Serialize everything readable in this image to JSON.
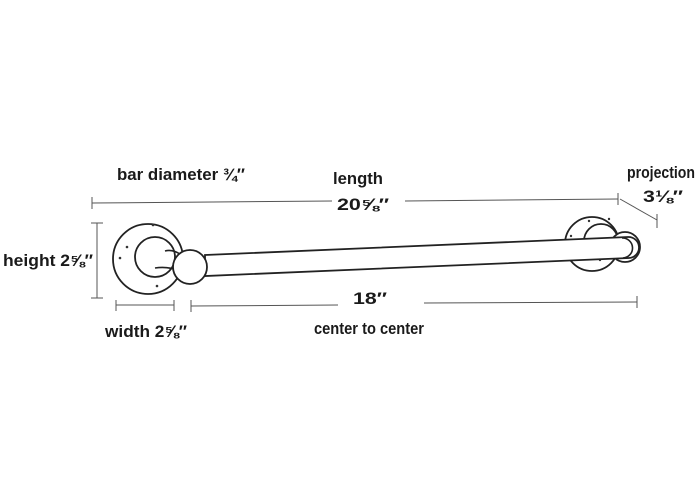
{
  "labels": {
    "bar_diameter": "bar diameter ¾″",
    "length_title": "length",
    "length_value": "20⅝″",
    "projection_title": "projection",
    "projection_value": "3⅛″",
    "height": "height 2⅝″",
    "width": "width 2⅝″",
    "center_value": "18″",
    "center_title": "center to center"
  },
  "colors": {
    "ink": "#222222",
    "dimension_line": "#555555",
    "background": "#ffffff"
  }
}
